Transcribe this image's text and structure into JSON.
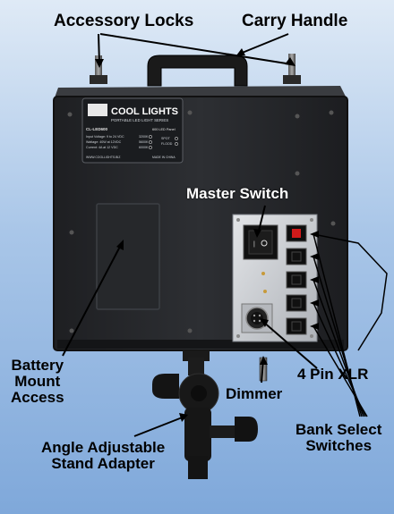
{
  "callouts": {
    "accessory_locks": "Accessory Locks",
    "carry_handle": "Carry Handle",
    "master_switch": "Master Switch",
    "battery_line1": "Battery",
    "battery_line2": "Mount",
    "battery_line3": "Access",
    "four_pin_xlr": "4 Pin XLR",
    "dimmer": "Dimmer",
    "bank_line1": "Bank Select",
    "bank_line2": "Switches",
    "stand_line1": "Angle Adjustable",
    "stand_line2": "Stand Adapter"
  },
  "nameplate": {
    "brand": "COOL LIGHTS",
    "series": "PORTABLE LED LIGHT SERIES",
    "model": "CL-LED600",
    "panel": "600 LED Panel",
    "spec1": "Input Voltage:  9 to 24 VDC",
    "spec2": "Wattage:  40W at 12VDC",
    "spec3": "Current:  4A at 12 VDC",
    "temp1": "3200K",
    "temp2": "5600K",
    "temp3": "6000K",
    "spot": "SPOT",
    "flood": "FLOOD",
    "website": "WWW.COOLLIGHTS.BIZ",
    "origin": "MADE IN CHINA"
  },
  "colors": {
    "body": "#2a2b2e",
    "plate": "#c9ccd1",
    "nameplate": "#1a1c1f",
    "rocker": "#d11a1a"
  }
}
